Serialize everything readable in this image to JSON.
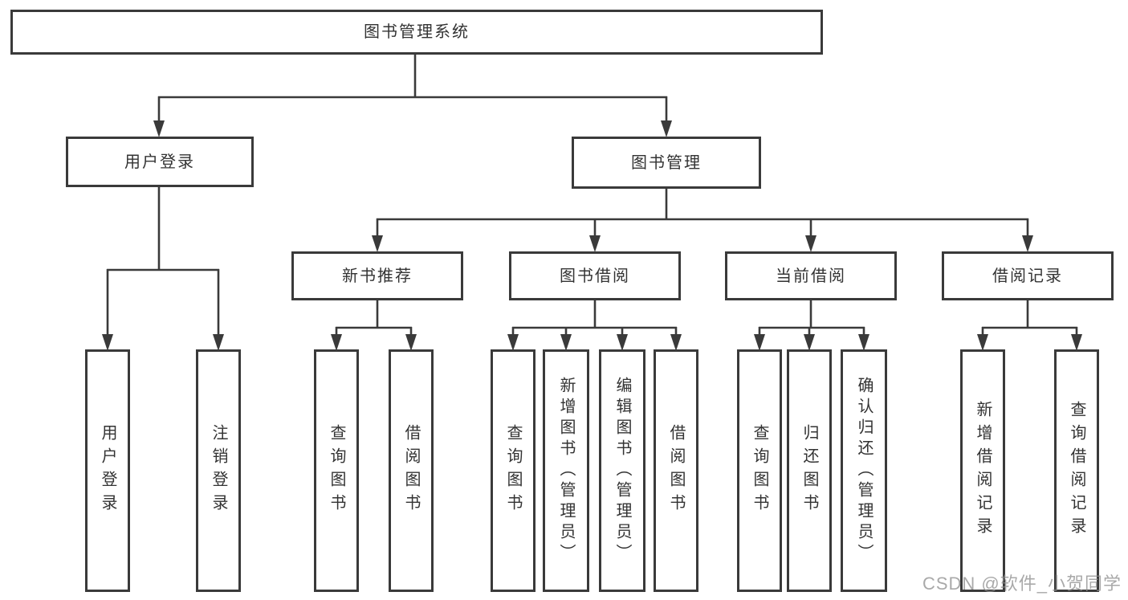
{
  "tree": {
    "root": "图书管理系统",
    "branches": [
      {
        "label": "用户登录",
        "leaves": [
          "用户登录",
          "注销登录"
        ]
      },
      {
        "label": "图书管理",
        "groups": [
          {
            "label": "新书推荐",
            "leaves": [
              "查询图书",
              "借阅图书"
            ]
          },
          {
            "label": "图书借阅",
            "leaves": [
              "查询图书",
              "新增图书（管理员）",
              "编辑图书（管理员）",
              "借阅图书"
            ]
          },
          {
            "label": "当前借阅",
            "leaves": [
              "查询图书",
              "归还图书",
              "确认归还（管理员）"
            ]
          },
          {
            "label": "借阅记录",
            "leaves": [
              "新增借阅记录",
              "查询借阅记录"
            ]
          }
        ]
      }
    ]
  },
  "watermark": "CSDN @软件_小贺同学",
  "colors": {
    "line": "#3a3a3a",
    "box_border": "#3a3a3a",
    "text": "#333333",
    "watermark": "#8c8c8c",
    "background": "#ffffff"
  }
}
